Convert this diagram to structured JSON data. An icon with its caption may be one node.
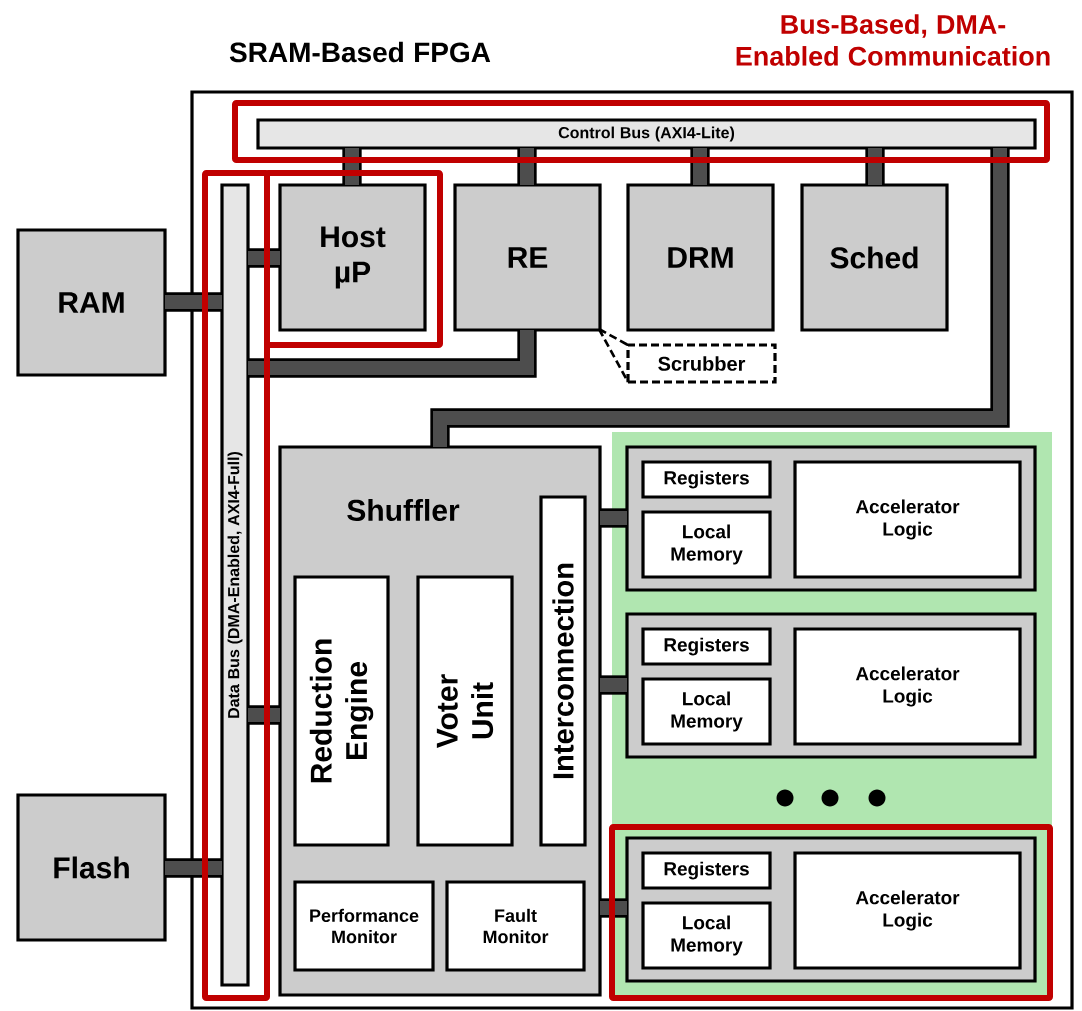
{
  "diagram": {
    "nodes": [
      {
        "text": [
          "SRAM-Based FPGA"
        ]
      },
      {
        "text": [
          "Control Bus (AXI4-Lite)"
        ],
        "in": 0
      },
      {
        "text": [
          "Data Bus (DMA-Enabled, AXI4-Full)"
        ],
        "in": 0
      },
      {
        "text": [
          "RAM"
        ]
      },
      {
        "text": [
          "Flash"
        ]
      },
      {
        "text": [
          "Host µP"
        ],
        "in": 0
      },
      {
        "text": [
          "RE"
        ],
        "in": 0
      },
      {
        "text": [
          "DRM"
        ],
        "in": 0
      },
      {
        "text": [
          "Sched"
        ],
        "in": 0
      },
      {
        "text": [
          "Scrubber"
        ],
        "in": 0
      },
      {
        "text": [
          "Shuffler"
        ],
        "in": 0
      },
      {
        "text": [
          "Reduction Engine"
        ],
        "in": 10
      },
      {
        "text": [
          "Voter Unit"
        ],
        "in": 10
      },
      {
        "text": [
          "Interconnection"
        ],
        "in": 10
      },
      {
        "text": [
          "Performance Monitor"
        ],
        "in": 10
      },
      {
        "text": [
          "Fault Monitor"
        ],
        "in": 10
      },
      {
        "text": [],
        "shape": "box",
        "in": 0
      },
      {
        "text": [],
        "shape": "box",
        "in": 16
      },
      {
        "text": [
          "Registers"
        ],
        "in": 17
      },
      {
        "text": [
          "Local Memory"
        ],
        "in": 17
      },
      {
        "text": [
          "Accelerator Logic"
        ],
        "in": 17
      },
      {
        "text": [],
        "shape": "box",
        "in": 16
      },
      {
        "text": [
          "Registers"
        ],
        "in": 21
      },
      {
        "text": [
          "Local Memory"
        ],
        "in": 21
      },
      {
        "text": [
          "Accelerator Logic"
        ],
        "in": 21
      },
      {
        "text": [],
        "shape": "box",
        "in": 16
      },
      {
        "text": [
          "Registers"
        ],
        "in": 25
      },
      {
        "text": [
          "Local Memory"
        ],
        "in": 25
      },
      {
        "text": [
          "Accelerator Logic"
        ],
        "in": 25
      }
    ],
    "edges": [
      {
        "from": 1,
        "to": 5,
        "arrow": "none"
      },
      {
        "from": 1,
        "to": 6,
        "arrow": "none"
      },
      {
        "from": 1,
        "to": 7,
        "arrow": "none"
      },
      {
        "from": 1,
        "to": 8,
        "arrow": "none"
      },
      {
        "from": 1,
        "to": 10,
        "arrow": "none"
      },
      {
        "from": 6,
        "to": 2,
        "arrow": "none"
      },
      {
        "from": 2,
        "to": 5,
        "arrow": "none"
      },
      {
        "from": 3,
        "to": 2,
        "arrow": "none"
      },
      {
        "from": 4,
        "to": 2,
        "arrow": "none"
      },
      {
        "from": 2,
        "to": 10,
        "arrow": "none"
      },
      {
        "from": 10,
        "to": 17,
        "arrow": "none"
      },
      {
        "from": 10,
        "to": 21,
        "arrow": "none"
      },
      {
        "from": 10,
        "to": 25,
        "arrow": "none"
      },
      {
        "from": 6,
        "to": 9,
        "arrow": "none",
        "style": "dashed"
      }
    ],
    "labels": [
      "Bus-Based, DMA-Enabled Communication"
    ]
  }
}
